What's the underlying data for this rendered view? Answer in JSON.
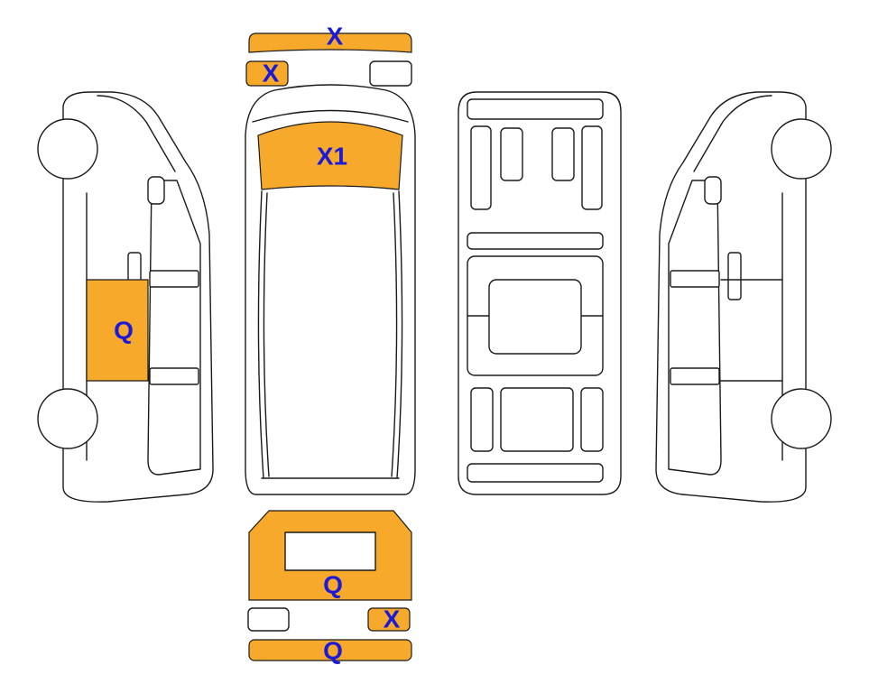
{
  "colors": {
    "damage_fill": "#f7a92c",
    "label_color": "#1a1ad8",
    "outline": "#1a1a1a",
    "panel_fill": "#ffffff"
  },
  "views": [
    "front",
    "top",
    "underside",
    "left-side",
    "right-side",
    "rear"
  ],
  "labels": {
    "front_bumper": "X",
    "front_left_light": "X",
    "windshield": "X1",
    "left_side_panel": "Q",
    "rear_door": "Q",
    "rear_right_light": "X",
    "rear_bumper": "Q"
  },
  "damaged_parts": [
    "front_bumper",
    "front_left_light",
    "windshield",
    "left_side_panel",
    "rear_door",
    "rear_right_light",
    "rear_bumper"
  ]
}
